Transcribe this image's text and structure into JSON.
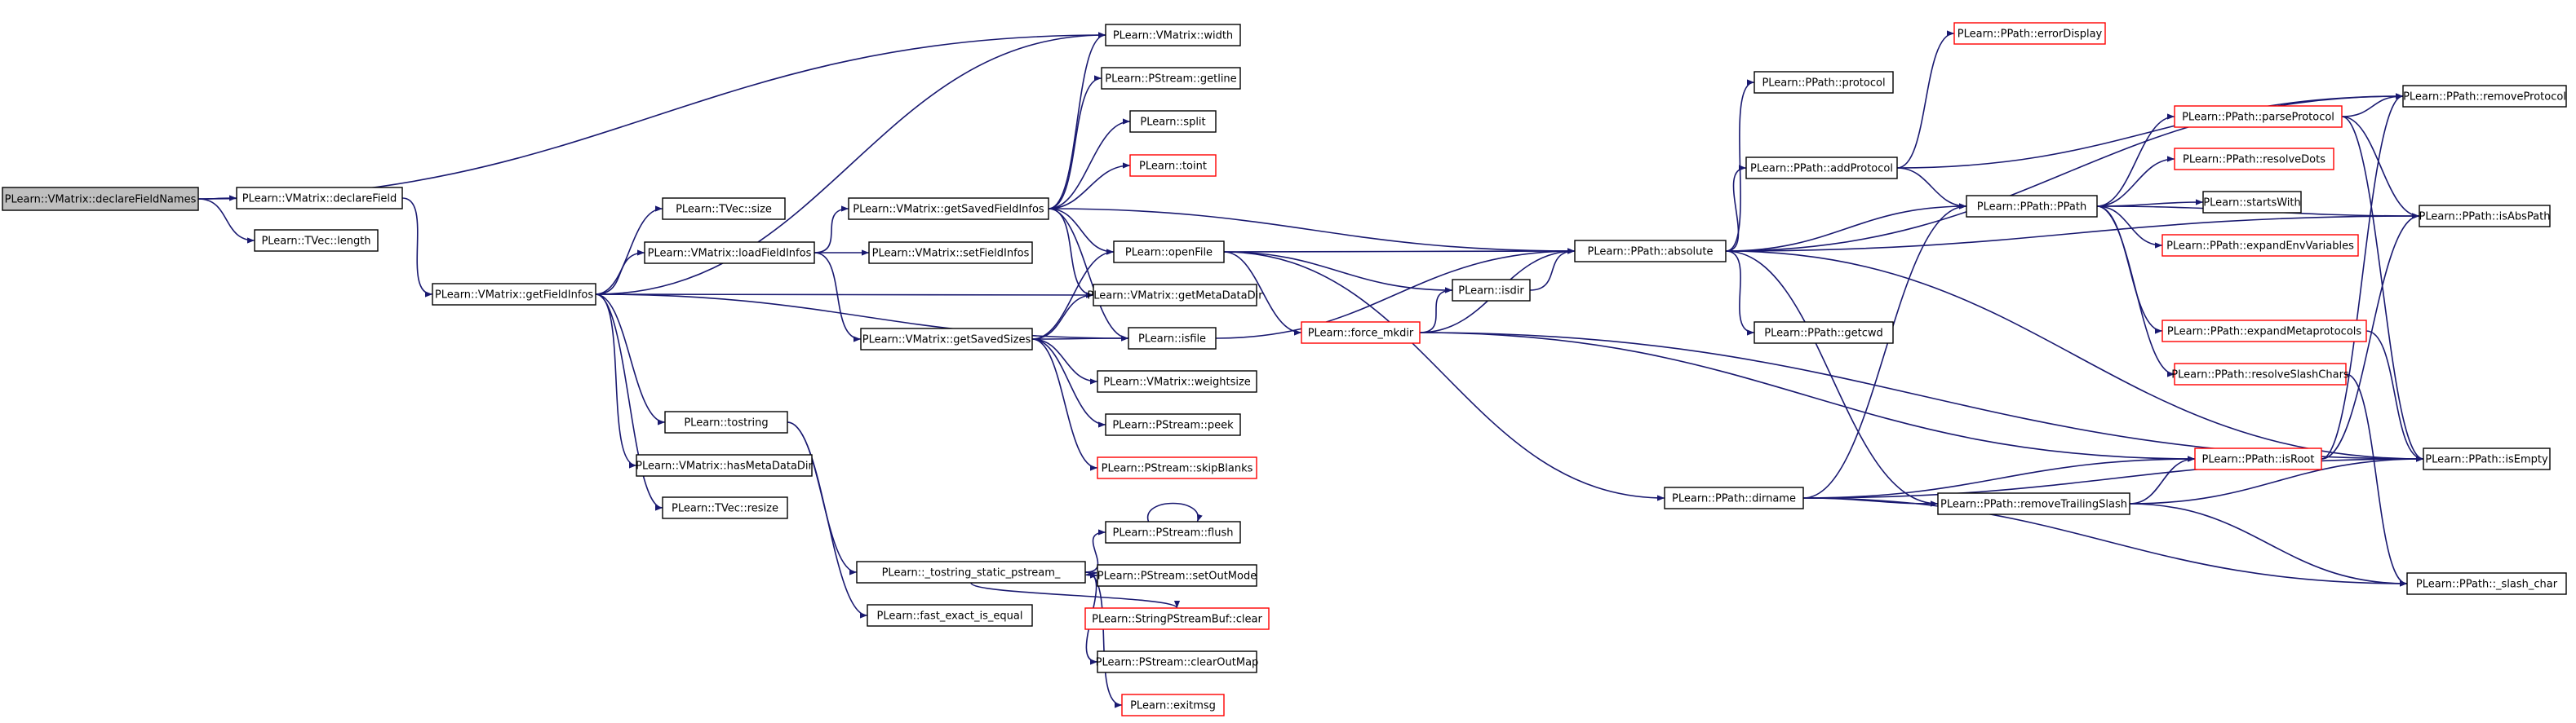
{
  "colors": {
    "edge": "#191970",
    "node_border": "#000000",
    "node_border_external": "#ff0000",
    "root_fill": "#bfbfbf",
    "node_fill": "#ffffff"
  },
  "nodes": [
    {
      "id": "declareFieldNames",
      "label": "PLearn::VMatrix::declareFieldNames",
      "style": "root"
    },
    {
      "id": "declareField",
      "label": "PLearn::VMatrix::declareField",
      "style": "normal"
    },
    {
      "id": "length",
      "label": "PLearn::TVec::length",
      "style": "normal"
    },
    {
      "id": "getFieldInfos",
      "label": "PLearn::VMatrix::getFieldInfos",
      "style": "normal"
    },
    {
      "id": "tvecSize",
      "label": "PLearn::TVec::size",
      "style": "normal"
    },
    {
      "id": "loadFieldInfos",
      "label": "PLearn::VMatrix::loadFieldInfos",
      "style": "normal"
    },
    {
      "id": "tostring",
      "label": "PLearn::tostring",
      "style": "normal"
    },
    {
      "id": "hasMetaDataDir",
      "label": "PLearn::VMatrix::hasMetaDataDir",
      "style": "normal"
    },
    {
      "id": "resize",
      "label": "PLearn::TVec::resize",
      "style": "normal"
    },
    {
      "id": "getSavedFieldInfos",
      "label": "PLearn::VMatrix::getSavedFieldInfos",
      "style": "normal"
    },
    {
      "id": "setFieldInfos",
      "label": "PLearn::VMatrix::setFieldInfos",
      "style": "normal"
    },
    {
      "id": "getSavedSizes",
      "label": "PLearn::VMatrix::getSavedSizes",
      "style": "normal"
    },
    {
      "id": "tostringStatic",
      "label": "PLearn::_tostring_static_pstream_",
      "style": "normal"
    },
    {
      "id": "fastExact",
      "label": "PLearn::fast_exact_is_equal",
      "style": "normal"
    },
    {
      "id": "width",
      "label": "PLearn::VMatrix::width",
      "style": "normal"
    },
    {
      "id": "getline",
      "label": "PLearn::PStream::getline",
      "style": "normal"
    },
    {
      "id": "split",
      "label": "PLearn::split",
      "style": "normal"
    },
    {
      "id": "toint",
      "label": "PLearn::toint",
      "style": "external"
    },
    {
      "id": "openFile",
      "label": "PLearn::openFile",
      "style": "normal"
    },
    {
      "id": "getMetaDataDir",
      "label": "PLearn::VMatrix::getMetaDataDir",
      "style": "normal"
    },
    {
      "id": "isfile",
      "label": "PLearn::isfile",
      "style": "normal"
    },
    {
      "id": "weightsize",
      "label": "PLearn::VMatrix::weightsize",
      "style": "normal"
    },
    {
      "id": "peek",
      "label": "PLearn::PStream::peek",
      "style": "normal"
    },
    {
      "id": "skipBlanks",
      "label": "PLearn::PStream::skipBlanks",
      "style": "external"
    },
    {
      "id": "flush",
      "label": "PLearn::PStream::flush",
      "style": "normal"
    },
    {
      "id": "setOutMode",
      "label": "PLearn::PStream::setOutMode",
      "style": "normal"
    },
    {
      "id": "sbClear",
      "label": "PLearn::StringPStreamBuf::clear",
      "style": "external"
    },
    {
      "id": "clearOutMap",
      "label": "PLearn::PStream::clearOutMap",
      "style": "normal"
    },
    {
      "id": "exitmsg",
      "label": "PLearn::exitmsg",
      "style": "external"
    },
    {
      "id": "isdir",
      "label": "PLearn::isdir",
      "style": "normal"
    },
    {
      "id": "forceMkdir",
      "label": "PLearn::force_mkdir",
      "style": "external"
    },
    {
      "id": "absolute",
      "label": "PLearn::PPath::absolute",
      "style": "normal"
    },
    {
      "id": "dirname",
      "label": "PLearn::PPath::dirname",
      "style": "normal"
    },
    {
      "id": "protocol",
      "label": "PLearn::PPath::protocol",
      "style": "normal"
    },
    {
      "id": "addProtocol",
      "label": "PLearn::PPath::addProtocol",
      "style": "normal"
    },
    {
      "id": "getcwd",
      "label": "PLearn::PPath::getcwd",
      "style": "normal"
    },
    {
      "id": "errorDisplay",
      "label": "PLearn::PPath::errorDisplay",
      "style": "external"
    },
    {
      "id": "ppath",
      "label": "PLearn::PPath::PPath",
      "style": "normal"
    },
    {
      "id": "removeTrailingSlash",
      "label": "PLearn::PPath::removeTrailingSlash",
      "style": "normal"
    },
    {
      "id": "parseProtocol",
      "label": "PLearn::PPath::parseProtocol",
      "style": "external"
    },
    {
      "id": "resolveDots",
      "label": "PLearn::PPath::resolveDots",
      "style": "external"
    },
    {
      "id": "startsWith",
      "label": "PLearn::startsWith",
      "style": "normal"
    },
    {
      "id": "expandEnvVariables",
      "label": "PLearn::PPath::expandEnvVariables",
      "style": "external"
    },
    {
      "id": "expandMetaprotocols",
      "label": "PLearn::PPath::expandMetaprotocols",
      "style": "external"
    },
    {
      "id": "resolveSlashChars",
      "label": "PLearn::PPath::resolveSlashChars",
      "style": "external"
    },
    {
      "id": "isRoot",
      "label": "PLearn::PPath::isRoot",
      "style": "external"
    },
    {
      "id": "removeProtocol",
      "label": "PLearn::PPath::removeProtocol",
      "style": "normal"
    },
    {
      "id": "isAbsPath",
      "label": "PLearn::PPath::isAbsPath",
      "style": "normal"
    },
    {
      "id": "isEmpty",
      "label": "PLearn::PPath::isEmpty",
      "style": "normal"
    },
    {
      "id": "slashChar",
      "label": "PLearn::PPath::_slash_char",
      "style": "normal"
    }
  ],
  "edges": [
    [
      "declareFieldNames",
      "declareField"
    ],
    [
      "declareFieldNames",
      "length"
    ],
    [
      "declareFieldNames",
      "width"
    ],
    [
      "declareField",
      "getFieldInfos"
    ],
    [
      "getFieldInfos",
      "tvecSize"
    ],
    [
      "getFieldInfos",
      "loadFieldInfos"
    ],
    [
      "getFieldInfos",
      "tostring"
    ],
    [
      "getFieldInfos",
      "hasMetaDataDir"
    ],
    [
      "getFieldInfos",
      "resize"
    ],
    [
      "getFieldInfos",
      "width"
    ],
    [
      "getFieldInfos",
      "getMetaDataDir"
    ],
    [
      "getFieldInfos",
      "isfile"
    ],
    [
      "loadFieldInfos",
      "getSavedFieldInfos"
    ],
    [
      "loadFieldInfos",
      "setFieldInfos"
    ],
    [
      "loadFieldInfos",
      "getSavedSizes"
    ],
    [
      "tostring",
      "tostringStatic"
    ],
    [
      "tostring",
      "fastExact"
    ],
    [
      "getSavedFieldInfos",
      "width"
    ],
    [
      "getSavedFieldInfos",
      "getline"
    ],
    [
      "getSavedFieldInfos",
      "split"
    ],
    [
      "getSavedFieldInfos",
      "toint"
    ],
    [
      "getSavedFieldInfos",
      "openFile"
    ],
    [
      "getSavedFieldInfos",
      "getMetaDataDir"
    ],
    [
      "getSavedFieldInfos",
      "isfile"
    ],
    [
      "getSavedFieldInfos",
      "absolute"
    ],
    [
      "getSavedSizes",
      "openFile"
    ],
    [
      "getSavedSizes",
      "getMetaDataDir"
    ],
    [
      "getSavedSizes",
      "isfile"
    ],
    [
      "getSavedSizes",
      "weightsize"
    ],
    [
      "getSavedSizes",
      "peek"
    ],
    [
      "getSavedSizes",
      "skipBlanks"
    ],
    [
      "tostringStatic",
      "flush"
    ],
    [
      "tostringStatic",
      "setOutMode"
    ],
    [
      "tostringStatic",
      "sbClear"
    ],
    [
      "tostringStatic",
      "clearOutMap"
    ],
    [
      "tostringStatic",
      "exitmsg"
    ],
    [
      "flush",
      "flush"
    ],
    [
      "openFile",
      "absolute"
    ],
    [
      "openFile",
      "isdir"
    ],
    [
      "openFile",
      "forceMkdir"
    ],
    [
      "openFile",
      "dirname"
    ],
    [
      "isfile",
      "absolute"
    ],
    [
      "forceMkdir",
      "isdir"
    ],
    [
      "forceMkdir",
      "absolute"
    ],
    [
      "forceMkdir",
      "isRoot"
    ],
    [
      "forceMkdir",
      "isEmpty"
    ],
    [
      "isdir",
      "absolute"
    ],
    [
      "absolute",
      "protocol"
    ],
    [
      "absolute",
      "addProtocol"
    ],
    [
      "absolute",
      "getcwd"
    ],
    [
      "absolute",
      "ppath"
    ],
    [
      "absolute",
      "removeTrailingSlash"
    ],
    [
      "absolute",
      "isAbsPath"
    ],
    [
      "absolute",
      "removeProtocol"
    ],
    [
      "absolute",
      "isEmpty"
    ],
    [
      "addProtocol",
      "errorDisplay"
    ],
    [
      "addProtocol",
      "ppath"
    ],
    [
      "addProtocol",
      "removeProtocol"
    ],
    [
      "ppath",
      "parseProtocol"
    ],
    [
      "ppath",
      "resolveDots"
    ],
    [
      "ppath",
      "startsWith"
    ],
    [
      "ppath",
      "expandEnvVariables"
    ],
    [
      "ppath",
      "expandMetaprotocols"
    ],
    [
      "ppath",
      "resolveSlashChars"
    ],
    [
      "ppath",
      "isAbsPath"
    ],
    [
      "dirname",
      "ppath"
    ],
    [
      "dirname",
      "removeTrailingSlash"
    ],
    [
      "dirname",
      "isRoot"
    ],
    [
      "dirname",
      "isEmpty"
    ],
    [
      "dirname",
      "slashChar"
    ],
    [
      "removeTrailingSlash",
      "isRoot"
    ],
    [
      "removeTrailingSlash",
      "isEmpty"
    ],
    [
      "removeTrailingSlash",
      "slashChar"
    ],
    [
      "parseProtocol",
      "removeProtocol"
    ],
    [
      "parseProtocol",
      "isAbsPath"
    ],
    [
      "parseProtocol",
      "isEmpty"
    ],
    [
      "expandMetaprotocols",
      "isEmpty"
    ],
    [
      "resolveSlashChars",
      "slashChar"
    ],
    [
      "isRoot",
      "removeProtocol"
    ],
    [
      "isRoot",
      "isAbsPath"
    ]
  ]
}
